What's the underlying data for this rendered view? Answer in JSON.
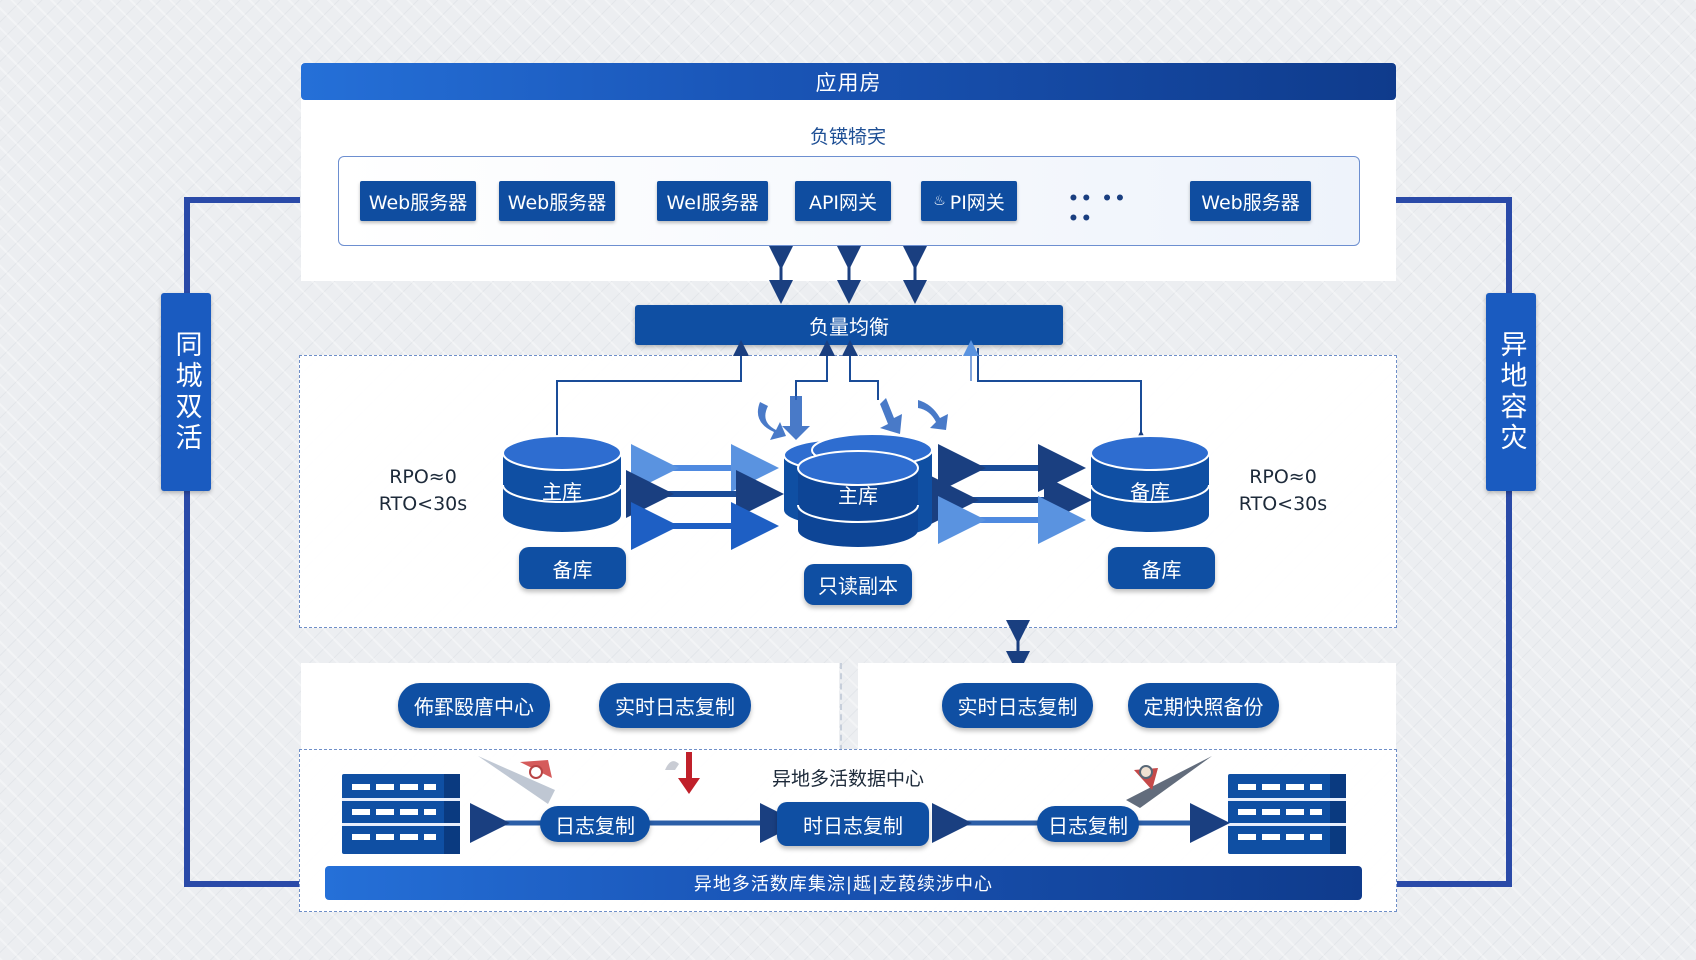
{
  "header": {
    "title": "应用房"
  },
  "top_panel": {
    "subtitle": "负锳犄宎"
  },
  "servers": [
    {
      "label": "Web服务器"
    },
    {
      "label": "Web服务器"
    },
    {
      "label": "WeI服务器"
    },
    {
      "label": "API网关"
    },
    {
      "label": "PI网关"
    },
    {
      "label": "•• •• ••"
    },
    {
      "label": "Web服务器"
    }
  ],
  "load_balancer": {
    "label": "负量均衡"
  },
  "side_tags": {
    "left": "同城双活",
    "right": "异地容灾"
  },
  "db_area": {
    "left_metrics": {
      "rpo": "RPO≈0",
      "rto": "RTO<30s"
    },
    "right_metrics": {
      "rpo": "RPO≈0",
      "rto": "RTO<30s"
    },
    "left_db_label": "主库",
    "center_db_label": "主库",
    "right_db_label": "备库",
    "left_backup": "备库",
    "center_replica": "只读副本",
    "right_backup": "备库"
  },
  "sync_row": {
    "left_items": [
      "佈罫殹庴中心",
      "实时日志复制"
    ],
    "right_items": [
      "实时日志复制",
      "定期快照备份"
    ]
  },
  "bottom": {
    "title": "异地多活数据中心",
    "log_left": "日志复制",
    "log_center": "时日志复制",
    "log_right": "日志复制",
    "footer": "异地多活数库集淙|趆|赱葮续涉中心"
  },
  "colors": {
    "primary": "#0f4fa3",
    "accent": "#2570d8",
    "frame": "#2a4aa8",
    "alert_red": "#c0202a"
  }
}
